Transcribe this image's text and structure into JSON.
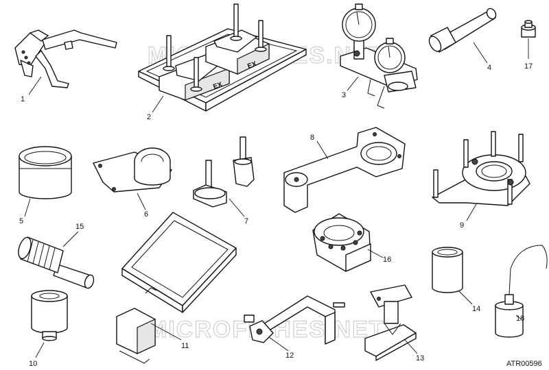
{
  "callouts": [
    "1",
    "2",
    "3",
    "4",
    "5",
    "6",
    "7",
    "8",
    "9",
    "10",
    "11",
    "12",
    "13",
    "14",
    "15",
    "16",
    "17",
    "18"
  ],
  "embossed": {
    "left": "EX",
    "right": "EX"
  },
  "watermarks": [
    "MICROFICHES.NET",
    "MICROFICHES.NET"
  ],
  "reference_code": "ATR00596"
}
